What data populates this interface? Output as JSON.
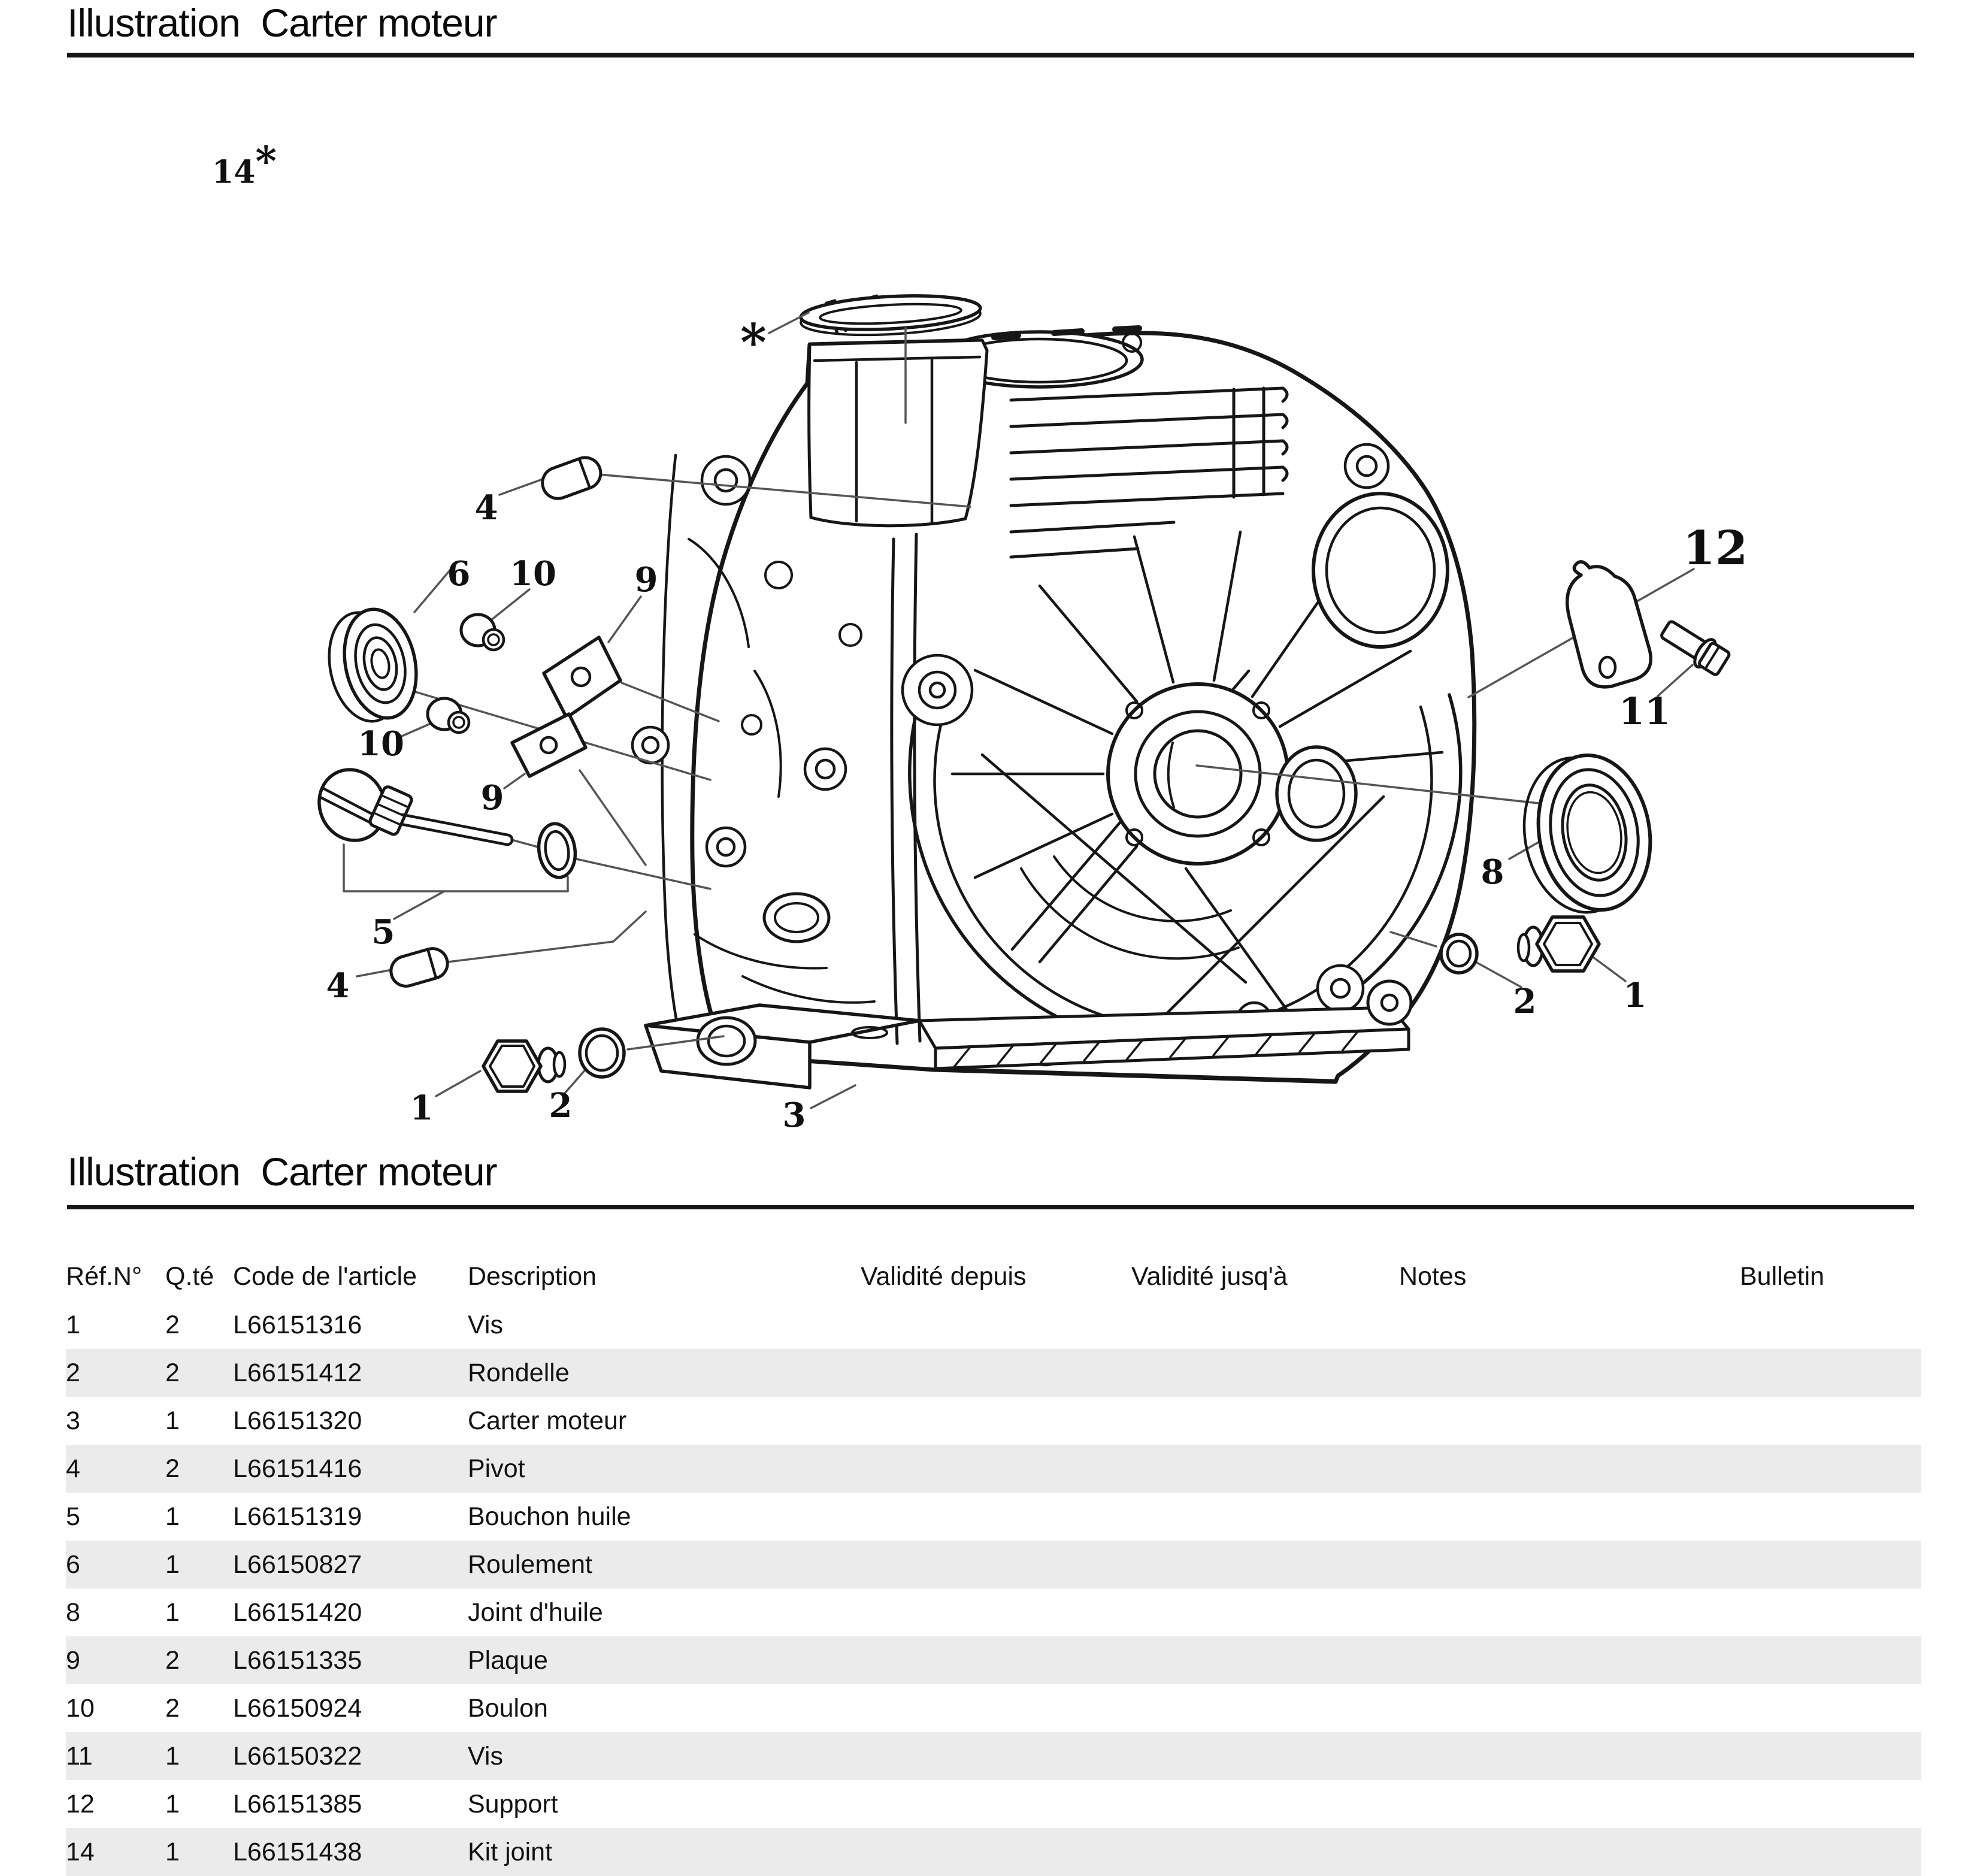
{
  "header": {
    "title": "Illustration  Carter moteur"
  },
  "section2": {
    "title": "Illustration  Carter moteur"
  },
  "diagram": {
    "callouts": {
      "kit_num": "14",
      "kit_star": "*",
      "star": "*",
      "c4a": "4",
      "c6": "6",
      "c10a": "10",
      "c9a": "9",
      "c10b": "10",
      "c9b": "9",
      "c5": "5",
      "c4b": "4",
      "c1a": "1",
      "c2a": "2",
      "c3": "3",
      "c12": "12",
      "c11": "11",
      "c8": "8",
      "c2b": "2",
      "c1b": "1"
    }
  },
  "table": {
    "headers": [
      "Réf.N°",
      "Q.té",
      "Code de l'article",
      "Description",
      "Validité depuis",
      "Validité jusq'à",
      "Notes",
      "Bulletin"
    ],
    "rows": [
      {
        "ref": "1",
        "qty": "2",
        "code": "L66151316",
        "desc": "Vis"
      },
      {
        "ref": "2",
        "qty": "2",
        "code": "L66151412",
        "desc": "Rondelle"
      },
      {
        "ref": "3",
        "qty": "1",
        "code": "L66151320",
        "desc": "Carter moteur"
      },
      {
        "ref": "4",
        "qty": "2",
        "code": "L66151416",
        "desc": "Pivot"
      },
      {
        "ref": "5",
        "qty": "1",
        "code": "L66151319",
        "desc": "Bouchon huile"
      },
      {
        "ref": "6",
        "qty": "1",
        "code": "L66150827",
        "desc": "Roulement"
      },
      {
        "ref": "8",
        "qty": "1",
        "code": "L66151420",
        "desc": "Joint d'huile"
      },
      {
        "ref": "9",
        "qty": "2",
        "code": "L66151335",
        "desc": "Plaque"
      },
      {
        "ref": "10",
        "qty": "2",
        "code": "L66150924",
        "desc": "Boulon"
      },
      {
        "ref": "11",
        "qty": "1",
        "code": "L66150322",
        "desc": "Vis"
      },
      {
        "ref": "12",
        "qty": "1",
        "code": "L66151385",
        "desc": "Support"
      },
      {
        "ref": "14",
        "qty": "1",
        "code": "L66151438",
        "desc": "Kit joint"
      }
    ]
  },
  "colors": {
    "row_shade": "#ebebeb",
    "ink": "#161616"
  }
}
